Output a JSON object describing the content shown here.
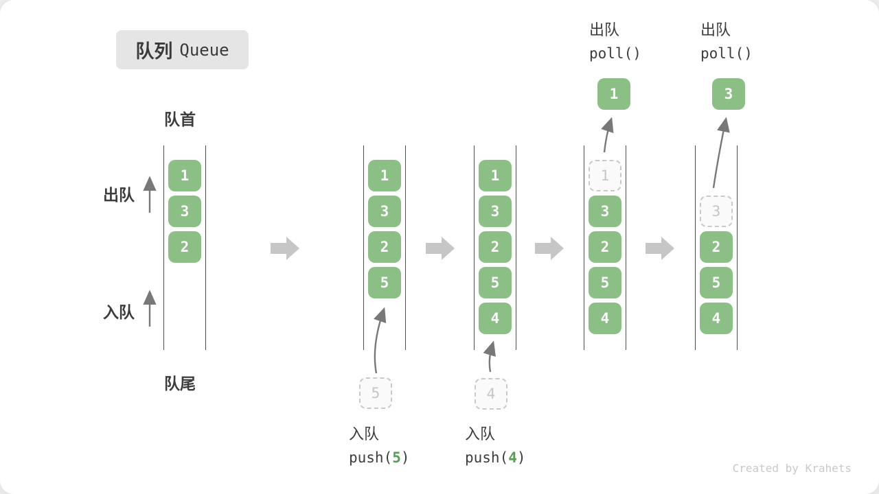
{
  "title": {
    "zh": "队列",
    "en": "Queue"
  },
  "watermark": "Created by Krahets",
  "side": {
    "front": "队首",
    "rear": "队尾",
    "dequeue": "出队",
    "enqueue": "入队"
  },
  "columns": [
    {
      "id": "state-initial",
      "cells": [
        {
          "v": "1"
        },
        {
          "v": "3"
        },
        {
          "v": "2"
        }
      ]
    },
    {
      "id": "state-after-push-5",
      "cells": [
        {
          "v": "1"
        },
        {
          "v": "3"
        },
        {
          "v": "2"
        },
        {
          "v": "5"
        }
      ],
      "staging": {
        "v": "5"
      },
      "op": {
        "action": "入队",
        "fn": "push(",
        "arg": "5",
        "close": ")"
      }
    },
    {
      "id": "state-after-push-4",
      "cells": [
        {
          "v": "1"
        },
        {
          "v": "3"
        },
        {
          "v": "2"
        },
        {
          "v": "5"
        },
        {
          "v": "4"
        }
      ],
      "staging": {
        "v": "4"
      },
      "op": {
        "action": "入队",
        "fn": "push(",
        "arg": "4",
        "close": ")"
      }
    },
    {
      "id": "state-after-poll-1",
      "ghost": {
        "v": "1"
      },
      "cells": [
        {
          "v": "3"
        },
        {
          "v": "2"
        },
        {
          "v": "5"
        },
        {
          "v": "4"
        }
      ],
      "out": {
        "v": "1"
      },
      "op": {
        "action": "出队",
        "fn": "poll()"
      }
    },
    {
      "id": "state-after-poll-3",
      "ghost": {
        "v": "3"
      },
      "cells": [
        {
          "v": "2"
        },
        {
          "v": "5"
        },
        {
          "v": "4"
        }
      ],
      "out": {
        "v": "3"
      },
      "op": {
        "action": "出队",
        "fn": "poll()"
      }
    }
  ],
  "colors": {
    "cell_green": "#8cbf86",
    "arg_green": "#569e53",
    "text_dark": "#3c3c3c",
    "block_arrow_grey": "#c6c6c6",
    "thin_arrow_grey": "#787878",
    "ghost_grey": "#c9c9c9",
    "badge_bg": "#e5e5e5"
  }
}
